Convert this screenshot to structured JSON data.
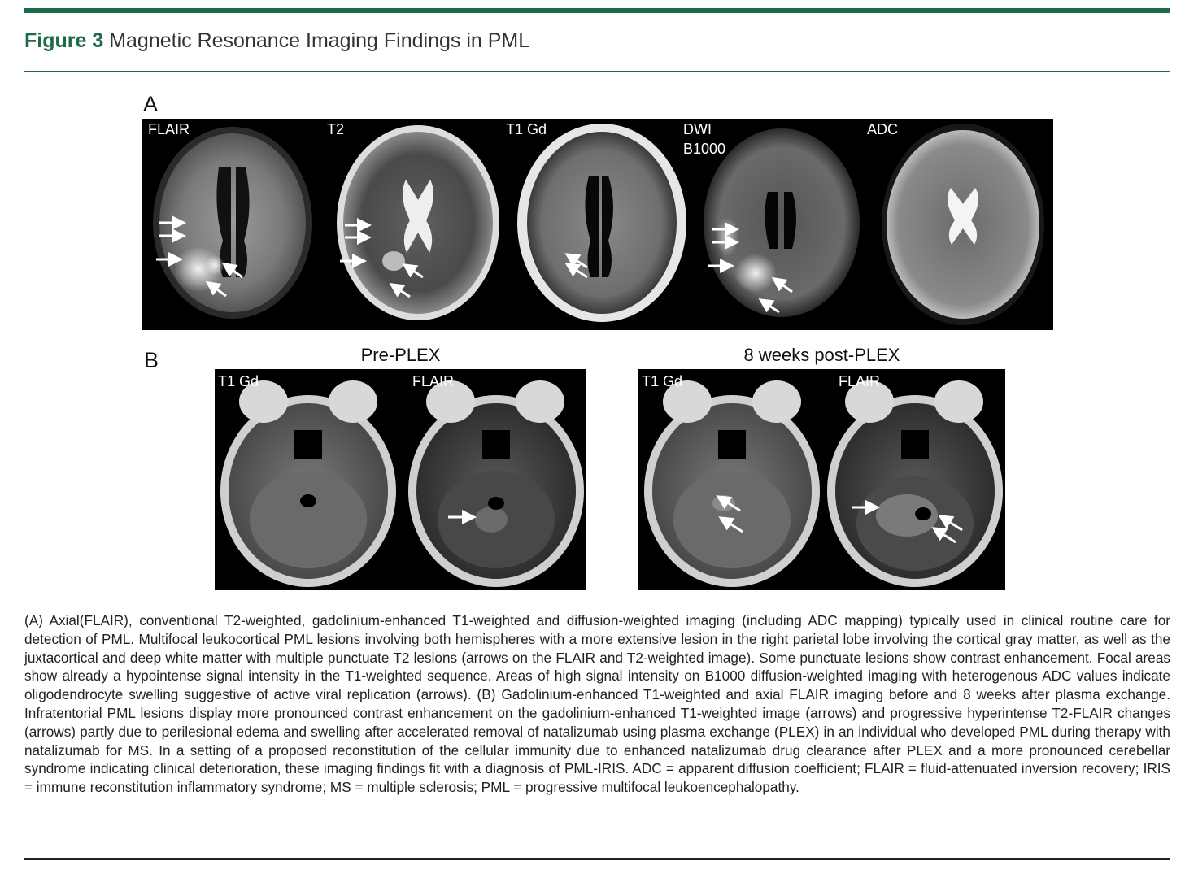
{
  "figure": {
    "number": "Figure 3",
    "title": "Magnetic Resonance Imaging Findings in PML"
  },
  "panel_a": {
    "letter": "A",
    "labels": [
      "FLAIR",
      "T2",
      "T1 Gd",
      "DWI",
      "B1000",
      "ADC"
    ]
  },
  "panel_b": {
    "letter": "B",
    "pre": {
      "heading": "Pre-PLEX",
      "label_1": "T1 Gd",
      "label_2": "FLAIR"
    },
    "post": {
      "heading": "8 weeks post-PLEX",
      "label_1": "T1 Gd",
      "label_2": "FLAIR"
    }
  },
  "caption": "(A) Axial(FLAIR), conventional T2-weighted, gadolinium-enhanced T1-weighted and diffusion-weighted imaging (including ADC mapping) typically used in clinical routine care for detection of PML. Multifocal leukocortical PML lesions involving both hemispheres with a more extensive lesion in the right parietal lobe involving the cortical gray matter, as well as the juxtacortical and deep white matter with multiple punctuate T2 lesions (arrows on the FLAIR and T2-weighted image). Some punctuate lesions show contrast enhancement. Focal areas show already a hypointense signal intensity in the T1-weighted sequence. Areas of high signal intensity on B1000 diffusion-weighted imaging with heterogenous ADC values indicate oligodendrocyte swelling suggestive of active viral replication (arrows). (B) Gadolinium-enhanced T1-weighted and axial FLAIR imaging before and 8 weeks after plasma exchange. Infratentorial PML lesions display more pronounced contrast enhancement on the gadolinium-enhanced T1-weighted image (arrows) and progressive hyperintense T2-FLAIR changes (arrows) partly due to perilesional edema and swelling after accelerated removal of natalizumab using plasma exchange (PLEX) in an individual who developed PML during therapy with natalizumab for MS. In a setting of a proposed reconstitution of the cellular immunity due to enhanced natalizumab drug clearance after PLEX and a more pronounced cerebellar syndrome indicating clinical deterioration, these imaging findings fit with a diagnosis of PML-IRIS. ADC = apparent diffusion coefficient; FLAIR = fluid-attenuated inversion recovery; IRIS = immune reconstitution inflammatory syndrome; MS = multiple sclerosis; PML = progressive multifocal leukoencephalopathy."
}
